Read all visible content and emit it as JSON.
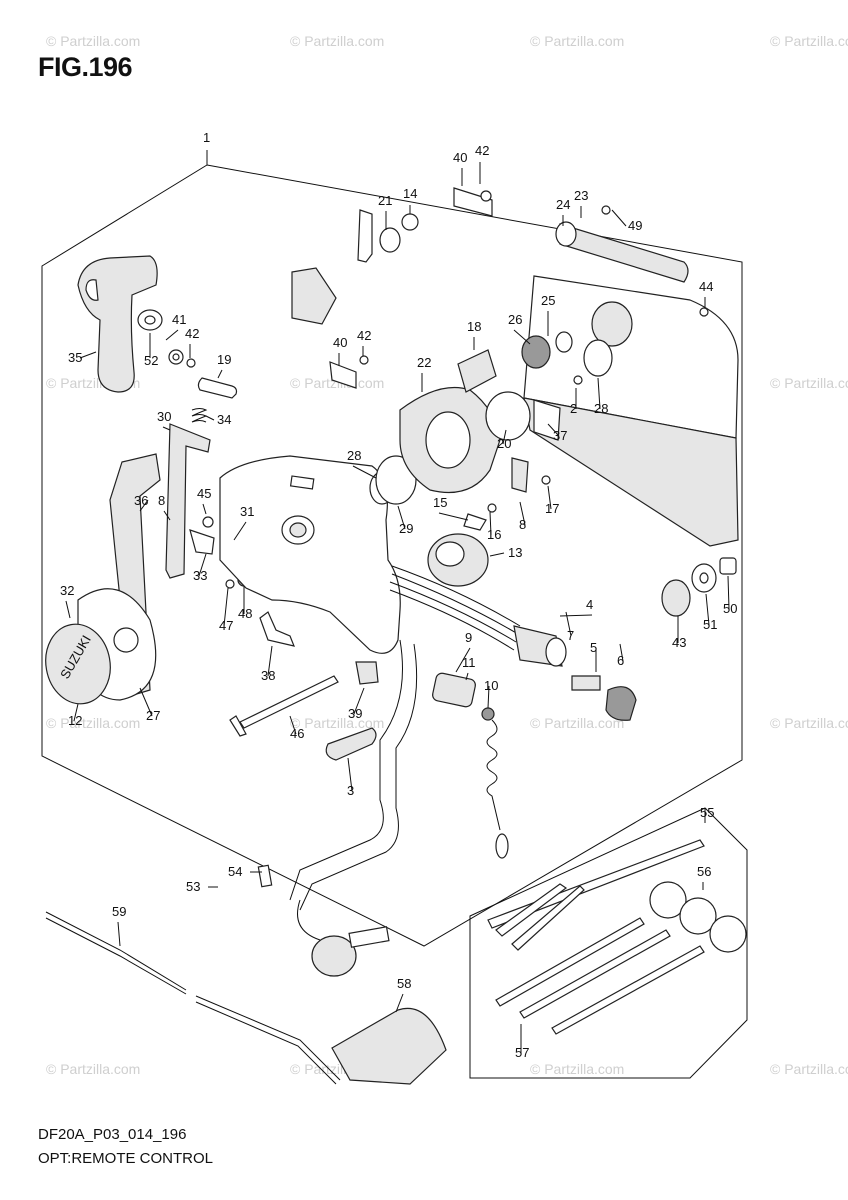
{
  "figure": {
    "title": "FIG.196",
    "code": "DF20A_P03_014_196",
    "caption": "OPT:REMOTE CONTROL"
  },
  "watermark": "© Partzilla.com",
  "callouts": [
    {
      "label": "1"
    },
    {
      "label": "40"
    },
    {
      "label": "42"
    },
    {
      "label": "21"
    },
    {
      "label": "14"
    },
    {
      "label": "24"
    },
    {
      "label": "23"
    },
    {
      "label": "49"
    },
    {
      "label": "44"
    },
    {
      "label": "41"
    },
    {
      "label": "42"
    },
    {
      "label": "52"
    },
    {
      "label": "19"
    },
    {
      "label": "35"
    },
    {
      "label": "40"
    },
    {
      "label": "42"
    },
    {
      "label": "18"
    },
    {
      "label": "25"
    },
    {
      "label": "26"
    },
    {
      "label": "22"
    },
    {
      "label": "2"
    },
    {
      "label": "28"
    },
    {
      "label": "20"
    },
    {
      "label": "37"
    },
    {
      "label": "30"
    },
    {
      "label": "34"
    },
    {
      "label": "28"
    },
    {
      "label": "36"
    },
    {
      "label": "8"
    },
    {
      "label": "15"
    },
    {
      "label": "16"
    },
    {
      "label": "8"
    },
    {
      "label": "17"
    },
    {
      "label": "45"
    },
    {
      "label": "31"
    },
    {
      "label": "29"
    },
    {
      "label": "13"
    },
    {
      "label": "33"
    },
    {
      "label": "32"
    },
    {
      "label": "47"
    },
    {
      "label": "48"
    },
    {
      "label": "4"
    },
    {
      "label": "43"
    },
    {
      "label": "51"
    },
    {
      "label": "50"
    },
    {
      "label": "7"
    },
    {
      "label": "5"
    },
    {
      "label": "6"
    },
    {
      "label": "9"
    },
    {
      "label": "11"
    },
    {
      "label": "10"
    },
    {
      "label": "38"
    },
    {
      "label": "12"
    },
    {
      "label": "27"
    },
    {
      "label": "39"
    },
    {
      "label": "46"
    },
    {
      "label": "3"
    },
    {
      "label": "55"
    },
    {
      "label": "56"
    },
    {
      "label": "54"
    },
    {
      "label": "53"
    },
    {
      "label": "59"
    },
    {
      "label": "58"
    },
    {
      "label": "57"
    }
  ]
}
